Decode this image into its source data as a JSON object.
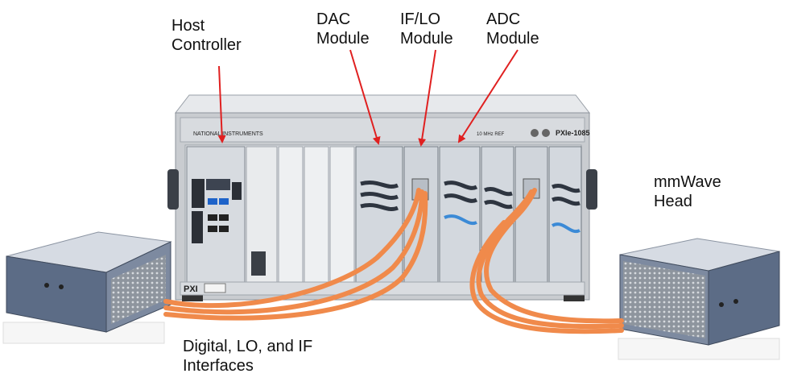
{
  "labels": {
    "host": "Host\nController",
    "dac": "DAC\nModule",
    "iflo": "IF/LO\nModule",
    "adc": "ADC\nModule",
    "mmwave": "mmWave\nHead",
    "interfaces": "Digital, LO, and IF\nInterfaces"
  },
  "chassis": {
    "brand": "NATIONAL INSTRUMENTS",
    "model": "PXIe-1085",
    "pxi_logo": "PXI",
    "clock_label": "10 MHz REF"
  },
  "colors": {
    "arrow": "#e02020",
    "cable": "#f08a4b",
    "chassis": "#c9ccd0",
    "head_top": "#d8dde4",
    "head_side": "#5a6b85"
  }
}
